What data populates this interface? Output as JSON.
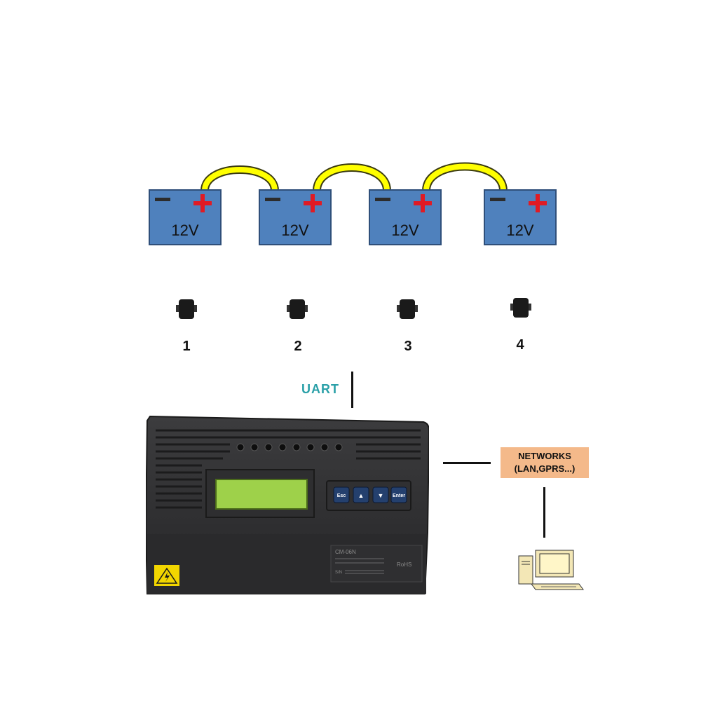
{
  "batteries": [
    {
      "voltage": "12V"
    },
    {
      "voltage": "12V"
    },
    {
      "voltage": "12V"
    },
    {
      "voltage": "12V"
    }
  ],
  "sensors": [
    {
      "label": "1"
    },
    {
      "label": "2"
    },
    {
      "label": "3"
    },
    {
      "label": "4"
    }
  ],
  "uart_label": "UART",
  "device": {
    "model": "CM-06N",
    "buttons": [
      "Esc",
      "▲",
      "▼",
      "Enter"
    ],
    "certification": "RoHS",
    "sn_label": "S/N"
  },
  "networks": {
    "line1": "NETWORKS",
    "line2": "(LAN,GPRS...)"
  },
  "colors": {
    "battery": "#4f81bd",
    "connector": "#ffff00",
    "positive_terminal": "#e01b24",
    "lcd": "#9ed14a",
    "networks_box": "#f4b98a",
    "uart_text": "#2aa0a8"
  }
}
